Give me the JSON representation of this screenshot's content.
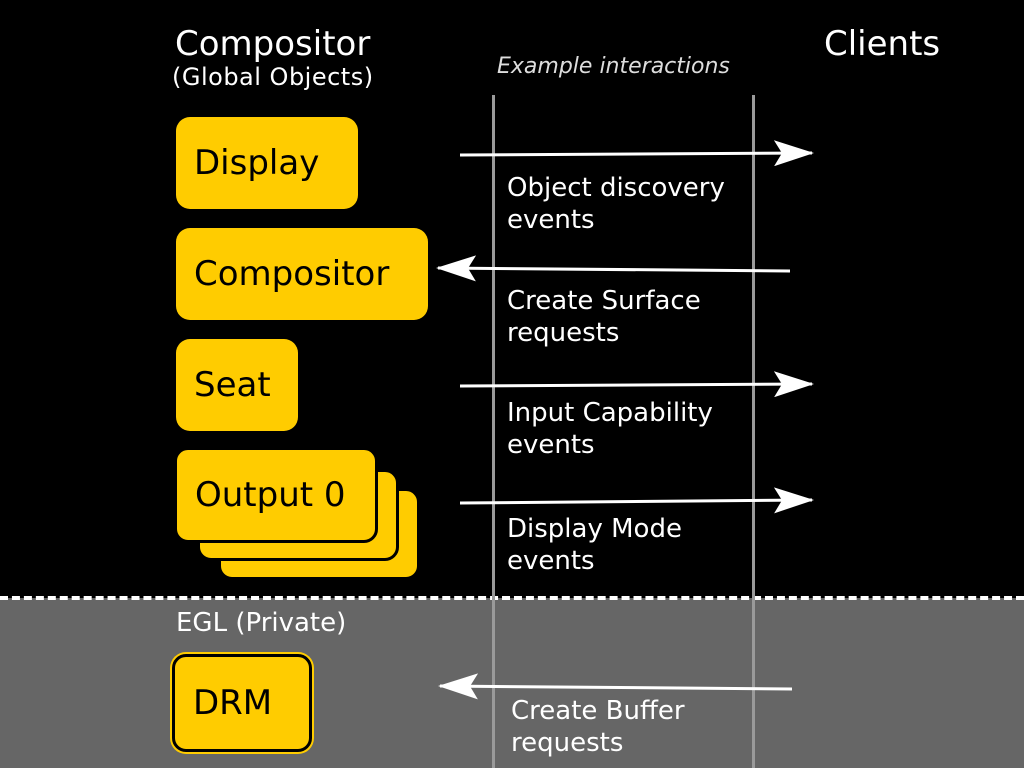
{
  "header": {
    "compositor_title": "Compositor",
    "compositor_subtitle": "(Global Objects)",
    "clients_title": "Clients",
    "example_label": "Example interactions"
  },
  "objects": {
    "display": "Display",
    "compositor": "Compositor",
    "seat": "Seat",
    "output": "Output 0"
  },
  "private": {
    "egl_label": "EGL (Private)",
    "drm": "DRM"
  },
  "interactions": [
    {
      "line1": "Object discovery",
      "line2": "events",
      "direction": "to-clients"
    },
    {
      "line1": "Create Surface",
      "line2": "requests",
      "direction": "to-compositor"
    },
    {
      "line1": "Input Capability",
      "line2": "events",
      "direction": "to-clients"
    },
    {
      "line1": "Display Mode",
      "line2": "events",
      "direction": "to-clients"
    },
    {
      "line1": "Create Buffer",
      "line2": "requests",
      "direction": "to-compositor"
    }
  ],
  "colors": {
    "box_fill": "#ffcc00",
    "background_public": "#000000",
    "background_private": "#666666",
    "arrow": "#ffffff"
  }
}
